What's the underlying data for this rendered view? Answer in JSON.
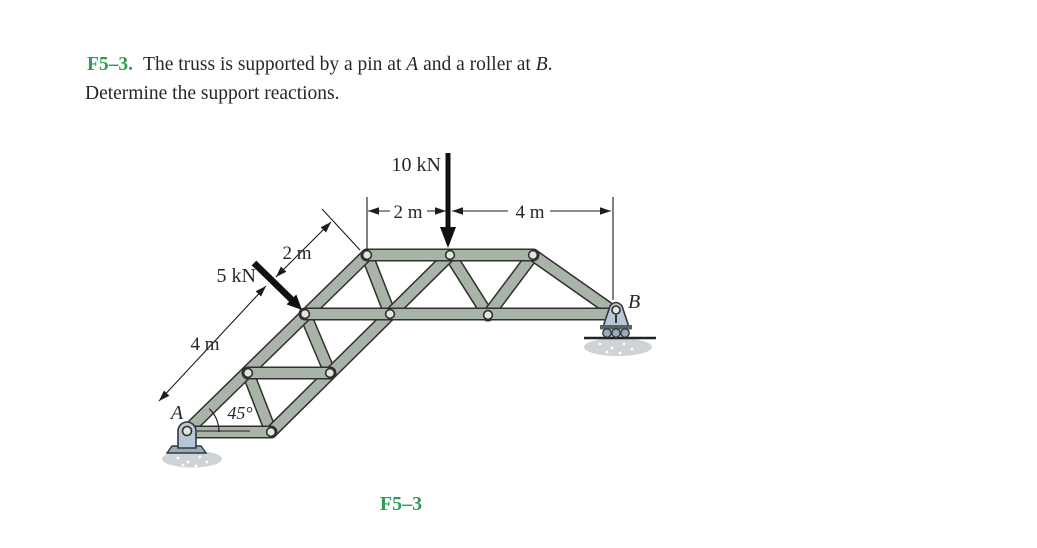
{
  "colors": {
    "accent-green": "#2e9e53",
    "body-text": "#232830",
    "member-fill": "#a9b4a8",
    "member-outline": "#2f302c",
    "pin-fill": "#e2e6df",
    "support-fill": "#b7c7d6",
    "support-dark": "#98abbb",
    "ground-stipple": "#ced3d6",
    "ink": "#1d1d1d"
  },
  "problem": {
    "number": "F5–3.",
    "statement": {
      "part1": "The truss is supported by a pin at ",
      "point_a": "A",
      "part2": " and a roller at ",
      "point_b": "B",
      "part3": ".",
      "line2": "Determine the support reactions."
    }
  },
  "figure": {
    "caption": "F5–3",
    "labels": {
      "support_a": "A",
      "support_b": "B",
      "angle": "45°",
      "load_vertical": "10 kN",
      "load_incline": "5 kN",
      "dim_top_left": "2 m",
      "dim_top_right": "4 m",
      "dim_incline_panel": "2 m",
      "dim_incline_base": "4 m"
    },
    "values": {
      "load_vertical_kN": 10,
      "load_incline_kN": 5,
      "incline_angle_deg": 45,
      "support_a_type": "pin",
      "support_b_type": "roller",
      "dim_top_left_m": 2,
      "dim_top_right_m": 4,
      "dim_incline_panel_m": 2,
      "dim_incline_base_m": 4
    }
  }
}
